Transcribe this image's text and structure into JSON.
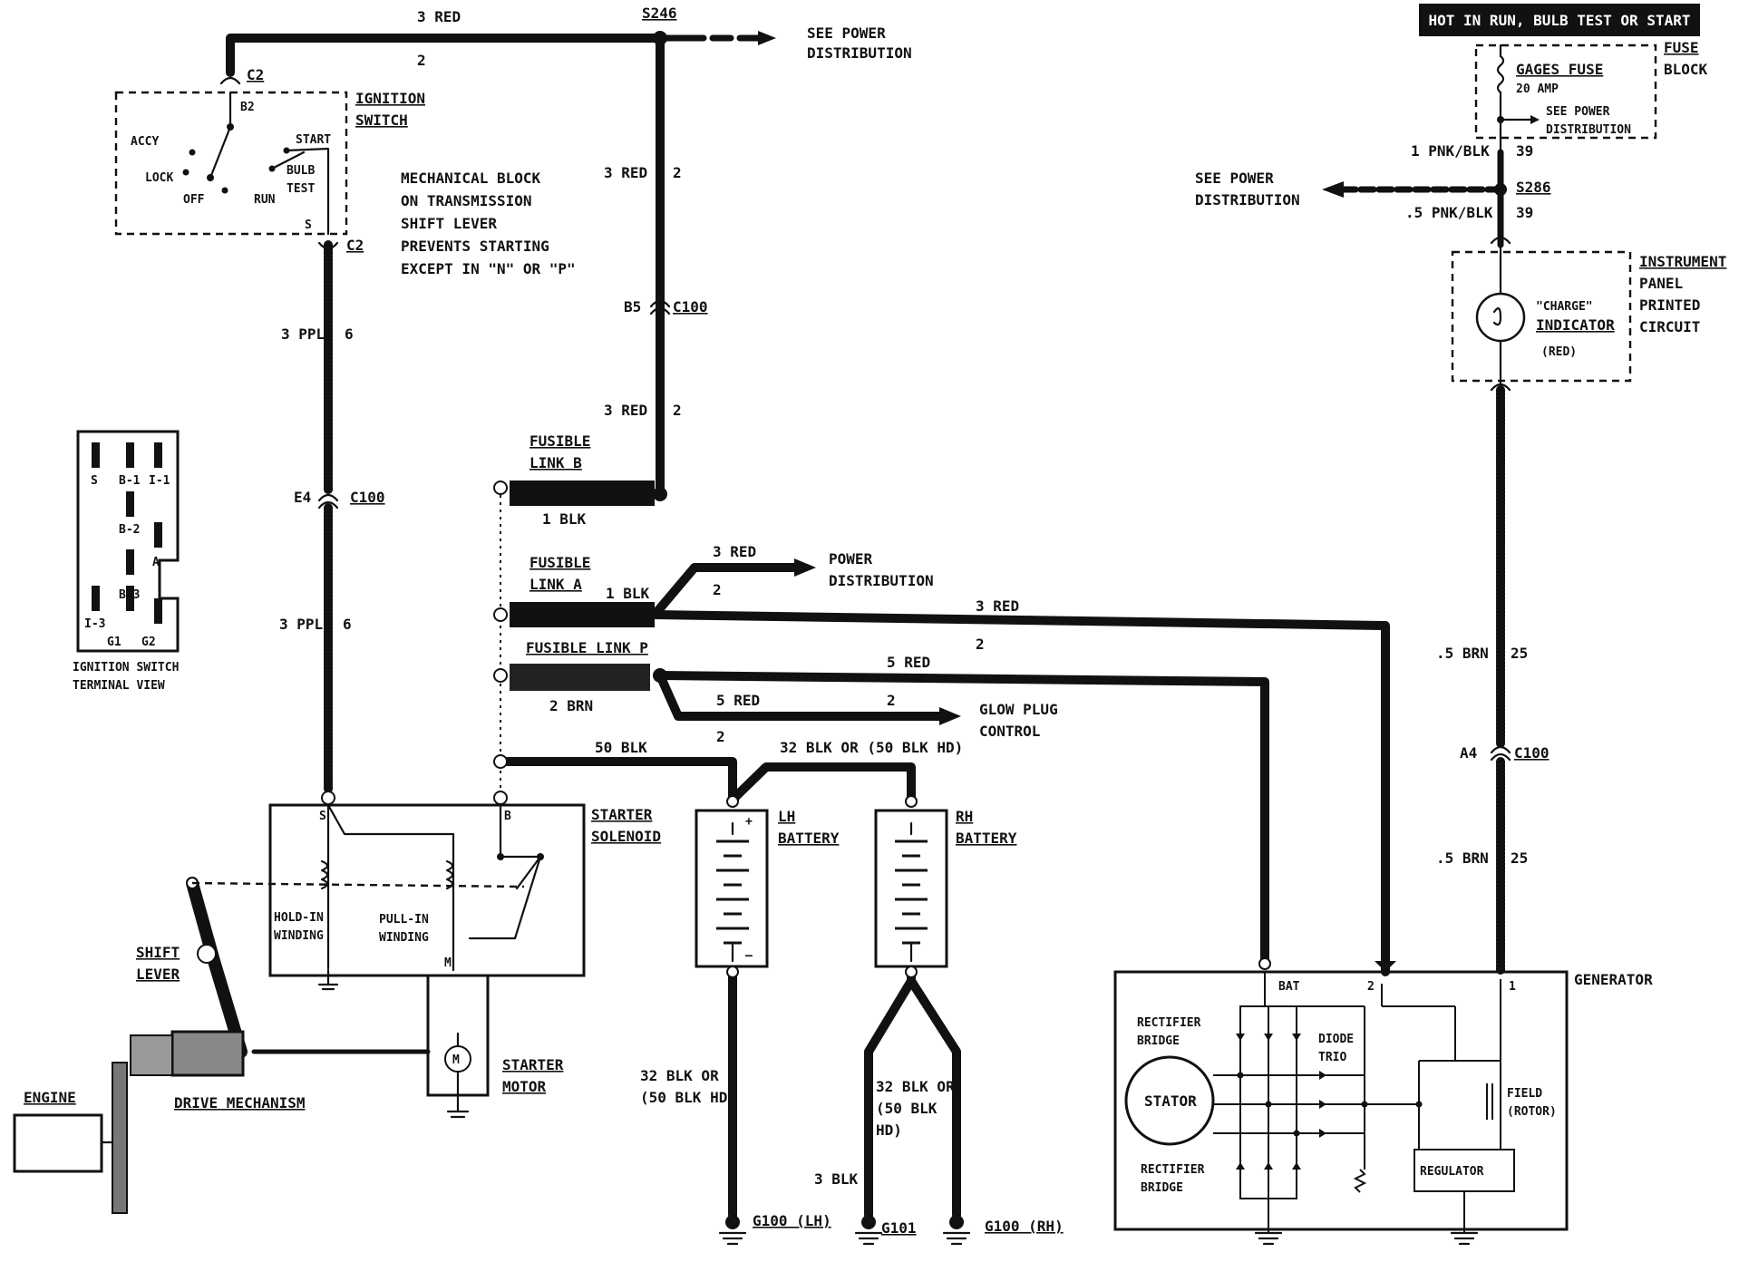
{
  "banner": {
    "text": "HOT IN RUN, BULB TEST OR START"
  },
  "fuse_block": {
    "title_1": "FUSE",
    "title_2": "BLOCK",
    "fuse_name": "GAGES FUSE",
    "fuse_rating": "20 AMP",
    "see_1": "SEE POWER",
    "see_2": "DISTRIBUTION"
  },
  "wires": {
    "top_red": "3 RED",
    "top_red_circuit": "2",
    "s246": "S246",
    "see_power_1": "SEE POWER",
    "see_power_2": "DISTRIBUTION",
    "red_mid_upper": "3 RED",
    "red_mid_upper_circuit": "2",
    "b5": "B5",
    "c100_b5": "C100",
    "red_mid_lower": "3 RED",
    "red_mid_lower_circuit": "2",
    "ppl_upper": "3 PPL",
    "ppl_upper_circuit": "6",
    "e4": "E4",
    "c100_e4": "C100",
    "ppl_lower": "3 PPL",
    "ppl_lower_circuit": "6",
    "pnk_blk_1": "1 PNK/BLK",
    "pnk_blk_1_circuit": "39",
    "s286": "S286",
    "pnk_blk_5": ".5 PNK/BLK",
    "pnk_blk_5_circuit": "39",
    "see_power_left_1": "SEE POWER",
    "see_power_left_2": "DISTRIBUTION",
    "brn_upper": ".5 BRN",
    "brn_upper_circuit": "25",
    "a4": "A4",
    "c100_a4": "C100",
    "brn_lower": ".5 BRN",
    "brn_lower_circuit": "25",
    "fl_b_blk": "1 BLK",
    "fl_a_blk": "1 BLK",
    "red_power": "3 RED",
    "red_power_circuit": "2",
    "power_dist_1": "POWER",
    "power_dist_2": "DISTRIBUTION",
    "red_gen": "3 RED",
    "red_gen_circuit": "2",
    "red_5": "5 RED",
    "red_5_glow": "5 RED",
    "red_5_glow_circuit": "2",
    "red_5_glow_circuit_b": "2",
    "glow_1": "GLOW PLUG",
    "glow_2": "CONTROL",
    "brn_2": "2 BRN",
    "blk_50": "50 BLK",
    "blk_32_top": "32 BLK OR (50 BLK HD)",
    "blk_32_lh_1": "32 BLK OR",
    "blk_32_lh_2": "(50 BLK HD)",
    "blk_32_rh_1": "32 BLK OR",
    "blk_32_rh_2": "(50 BLK",
    "blk_32_rh_3": "HD)",
    "blk_3": "3 BLK",
    "g100_lh": "G100 (LH)",
    "g101": "G101",
    "g100_rh": "G100 (RH)"
  },
  "ignition": {
    "c2_top": "C2",
    "b2": "B2",
    "title_1": "IGNITION",
    "title_2": "SWITCH",
    "accy": "ACCY",
    "lock": "LOCK",
    "off": "OFF",
    "run": "RUN",
    "start": "START",
    "bulb_1": "BULB",
    "bulb_2": "TEST",
    "s_term": "S",
    "c2_bottom": "C2"
  },
  "mech_note": [
    "MECHANICAL BLOCK",
    "ON TRANSMISSION",
    "SHIFT LEVER",
    "PREVENTS STARTING",
    "EXCEPT IN \"N\" OR \"P\""
  ],
  "terminal_view": {
    "s": "S",
    "b1": "B-1",
    "i1_top": "I-1",
    "b2": "B-2",
    "a": "A",
    "b3": "B-3",
    "i3": "I-3",
    "g1": "G1",
    "g2": "G2",
    "caption_1": "IGNITION SWITCH",
    "caption_2": "TERMINAL VIEW"
  },
  "fusible_links": {
    "b_1": "FUSIBLE",
    "b_2": "LINK B",
    "a_1": "FUSIBLE",
    "a_2": "LINK A",
    "p": "FUSIBLE LINK P"
  },
  "instrument": {
    "title_1": "INSTRUMENT",
    "title_2": "PANEL",
    "title_3": "PRINTED",
    "title_4": "CIRCUIT",
    "ind_1": "\"CHARGE\"",
    "ind_2": "INDICATOR",
    "ind_3": "(RED)"
  },
  "starter": {
    "title_1": "STARTER",
    "title_2": "SOLENOID",
    "s": "S",
    "b": "B",
    "m": "M",
    "hold_1": "HOLD-IN",
    "hold_2": "WINDING",
    "pull_1": "PULL-IN",
    "pull_2": "WINDING",
    "motor_1": "STARTER",
    "motor_2": "MOTOR",
    "motor_m": "M",
    "shift_1": "SHIFT",
    "shift_2": "LEVER",
    "drive": "DRIVE MECHANISM",
    "engine": "ENGINE"
  },
  "batteries": {
    "lh_1": "LH",
    "lh_2": "BATTERY",
    "plus": "+",
    "minus": "–",
    "rh_1": "RH",
    "rh_2": "BATTERY"
  },
  "generator": {
    "title": "GENERATOR",
    "bat": "BAT",
    "t2": "2",
    "t1": "1",
    "rect_top_1": "RECTIFIER",
    "rect_top_2": "BRIDGE",
    "rect_bot_1": "RECTIFIER",
    "rect_bot_2": "BRIDGE",
    "diode_1": "DIODE",
    "diode_2": "TRIO",
    "stator": "STATOR",
    "field_1": "FIELD",
    "field_2": "(ROTOR)",
    "regulator": "REGULATOR"
  }
}
